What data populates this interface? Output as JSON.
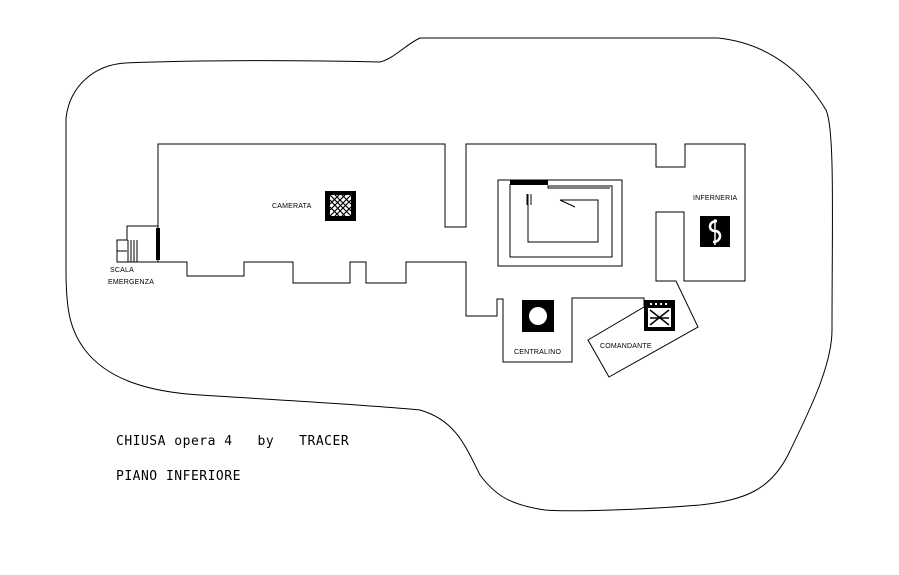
{
  "map": {
    "rooms": {
      "camerata": "CAMERATA",
      "infermeria": "INFERNERIA",
      "scala_line1": "SCALA",
      "scala_line2": "EMERGENZA",
      "centralino": "CENTRALINO",
      "comandante": "COMANDANTE"
    }
  },
  "caption": {
    "title": "CHIUSA opera 4   by   TRACER",
    "subtitle": "PIANO INFERIORE"
  }
}
